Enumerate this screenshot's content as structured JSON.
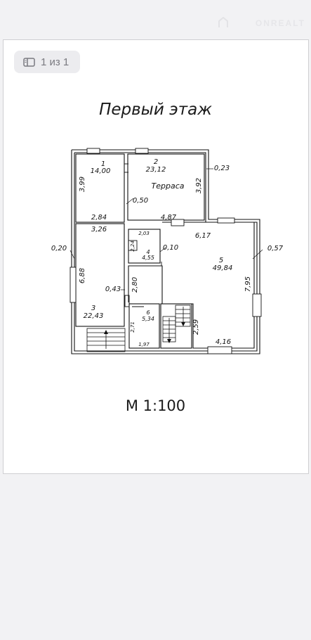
{
  "viewer": {
    "page_indicator": "1 из 1",
    "watermark": "ONREALT"
  },
  "plan": {
    "title": "Первый этаж",
    "scale": "М 1:100",
    "rooms": [
      {
        "number": "1",
        "area": "14,00"
      },
      {
        "number": "2",
        "area": "23,12",
        "name": "Терраса"
      },
      {
        "number": "3",
        "area": "22,43"
      },
      {
        "number": "4",
        "area": "4,55"
      },
      {
        "number": "5",
        "area": "49,84"
      },
      {
        "number": "6",
        "area": "5,34"
      }
    ],
    "dimensions": {
      "d1": "3,99",
      "d2": "2,84",
      "d3": "0,50",
      "d4": "4,87",
      "d5": "0,23",
      "d6": "3,92",
      "d7": "3,26",
      "d8": "6,17",
      "d9": "2,03",
      "d10": "2,24",
      "d11": "0,10",
      "d12": "0,20",
      "d13": "0,57",
      "d14": "6,88",
      "d15": "0,43",
      "d16": "2,80",
      "d17": "7,95",
      "d18": "2,71",
      "d19": "2,59",
      "d20": "4,16",
      "d21": "1,97"
    }
  },
  "colors": {
    "ink": "#111111",
    "background": "#f2f2f4",
    "sheet": "#ffffff"
  }
}
